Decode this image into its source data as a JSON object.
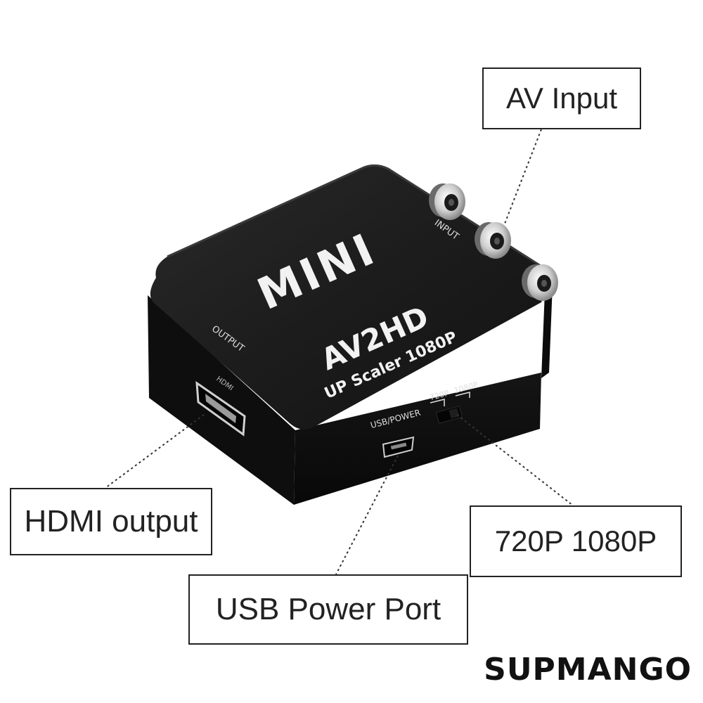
{
  "device": {
    "brand_badge": "MINI",
    "model": "AV2HD",
    "subtitle": "UP Scaler 1080P",
    "port_labels": {
      "input": "INPUT",
      "output": "OUTPUT",
      "hdmi": "HDMI",
      "usb_power": "USB/POWER",
      "switch_720": "720P",
      "switch_1080": "1080P"
    }
  },
  "callouts": {
    "av_input": "AV Input",
    "hdmi_output": "HDMI output",
    "resolution_switch": "720P 1080P",
    "usb_power_port": "USB Power Port"
  },
  "watermark": "SUPMANGO",
  "colors": {
    "device_body": "#141414",
    "device_top": "#1c1c1c",
    "device_print": "#f2f2f2",
    "rca_metal": "#d8d8d8",
    "callout_border": "#222222"
  }
}
